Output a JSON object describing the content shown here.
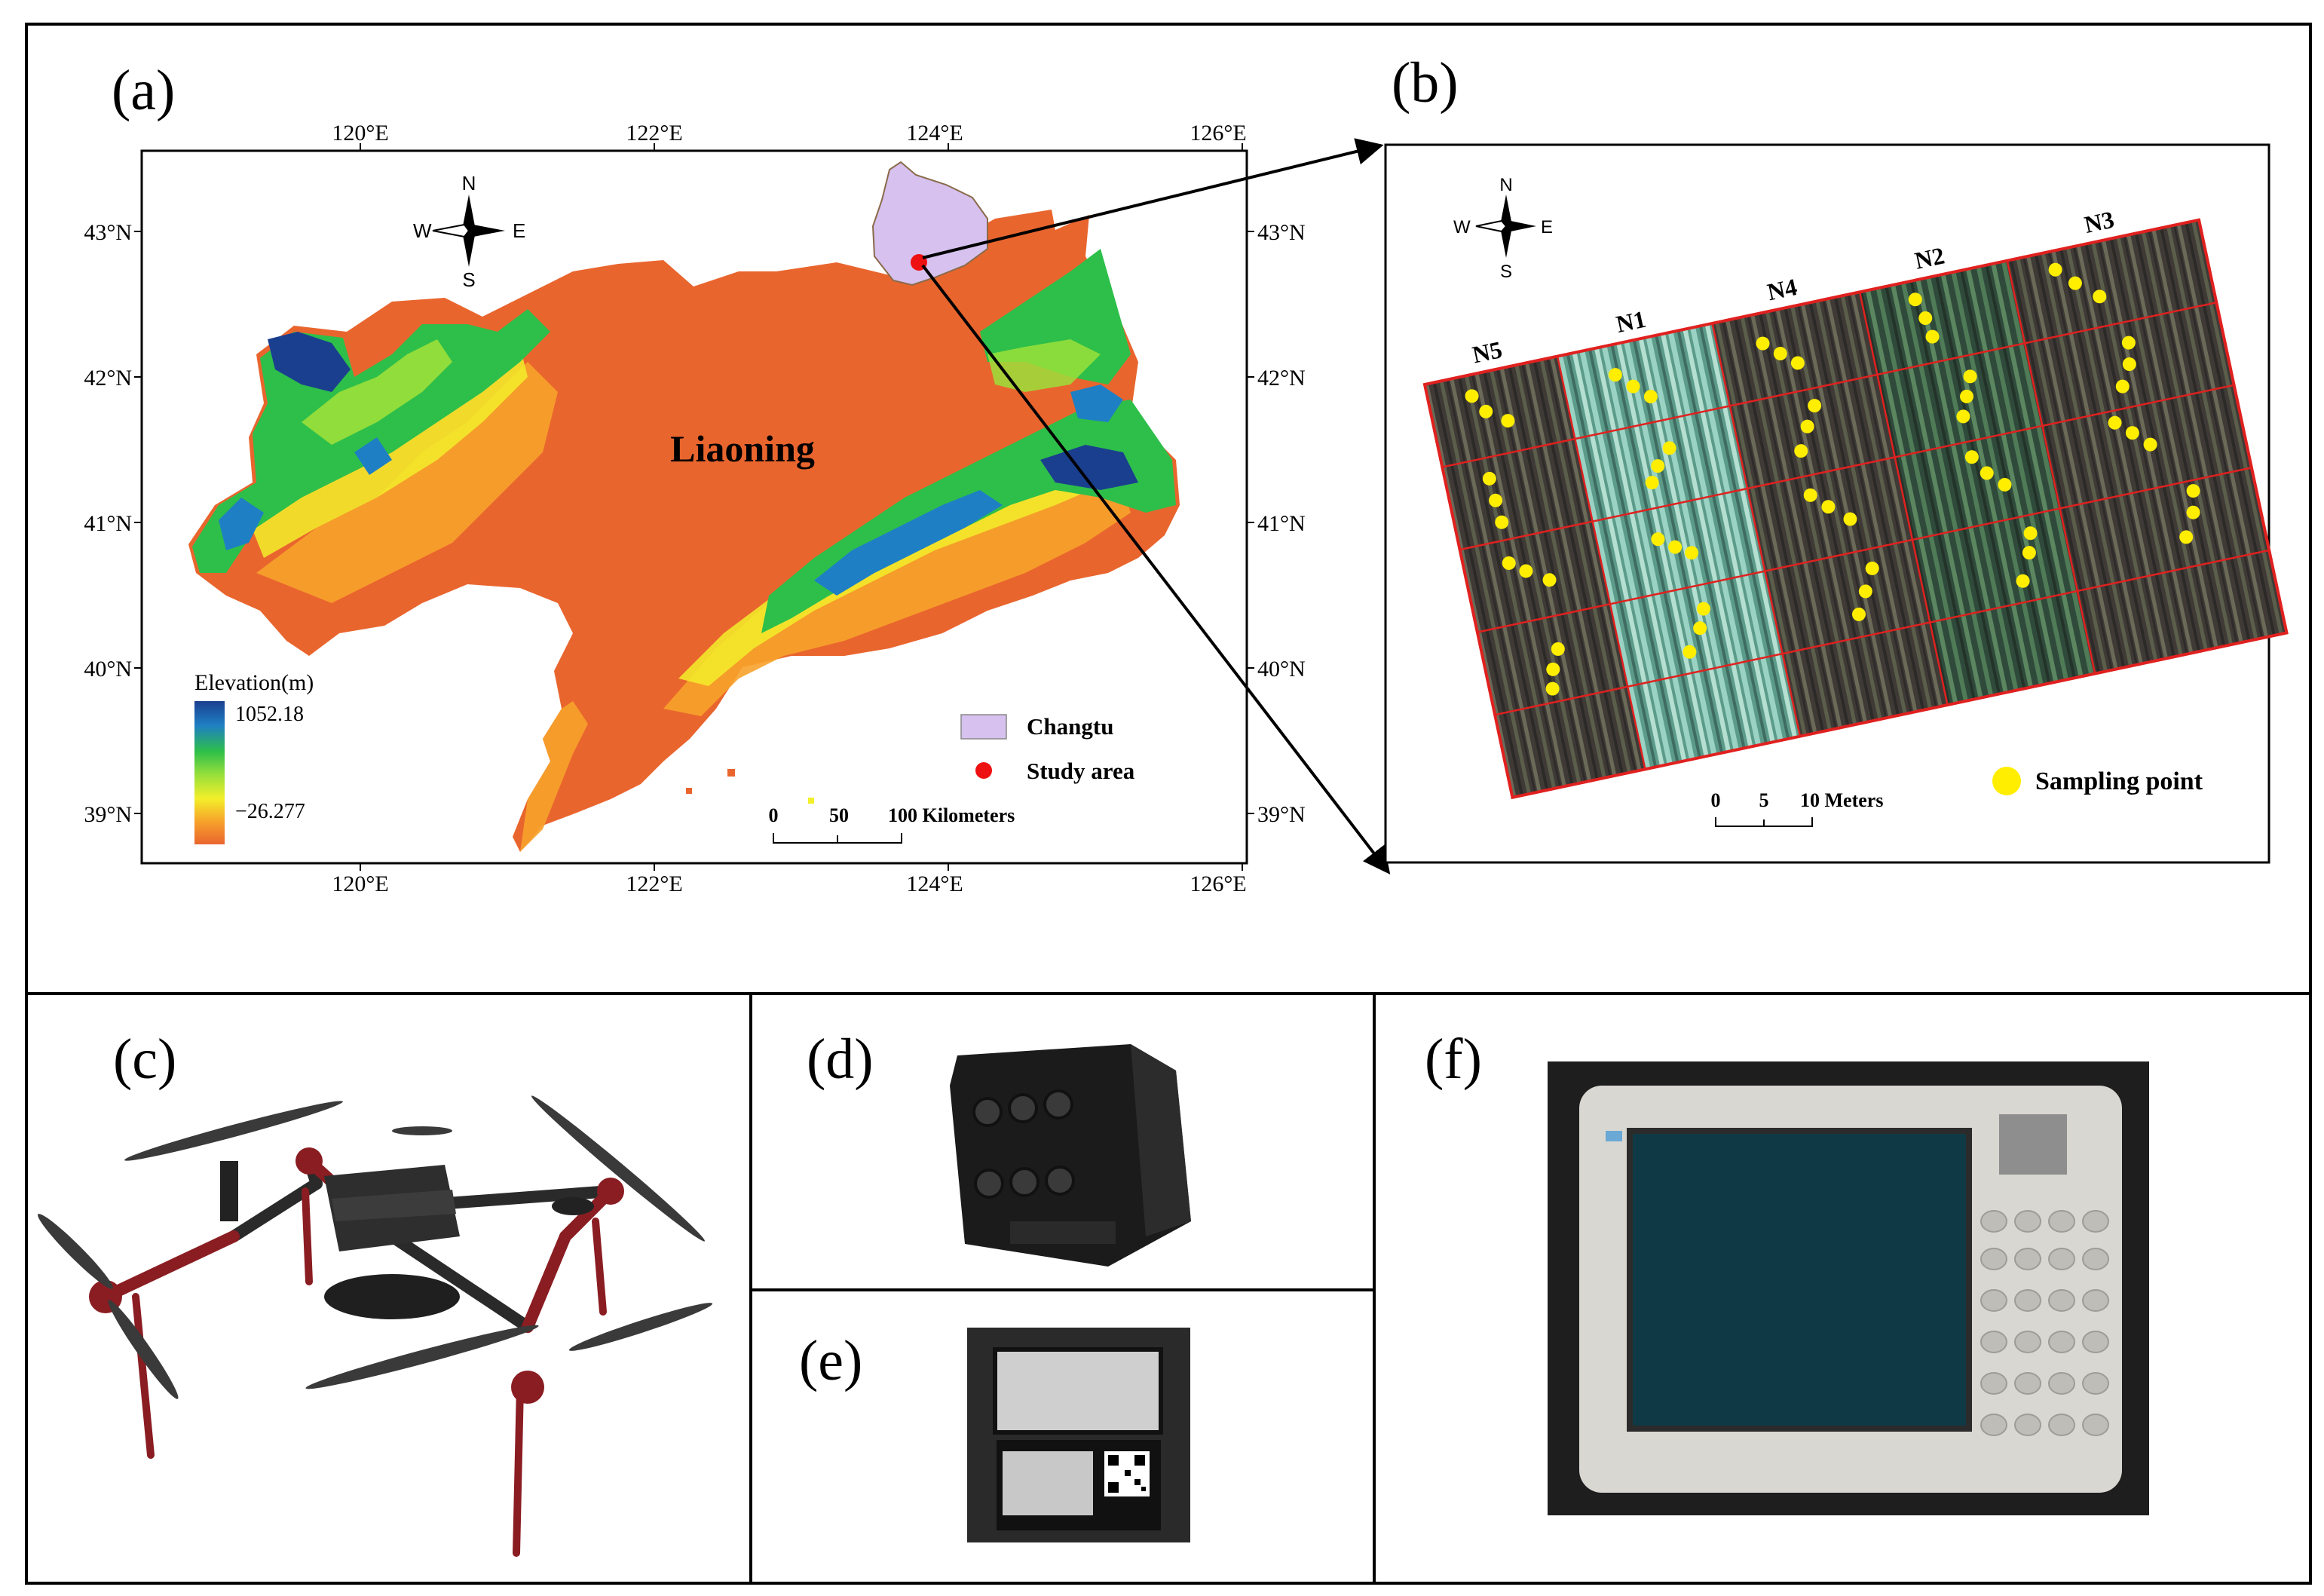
{
  "panels": {
    "a": {
      "label": "(a)"
    },
    "b": {
      "label": "(b)"
    },
    "c": {
      "label": "(c)"
    },
    "d": {
      "label": "(d)"
    },
    "e": {
      "label": "(e)"
    },
    "f": {
      "label": "(f)"
    }
  },
  "map_a": {
    "region_label": "Liaoning",
    "lon_ticks": [
      "120°E",
      "122°E",
      "124°E",
      "126°E"
    ],
    "lat_ticks": [
      "43°N",
      "42°N",
      "41°N",
      "40°N",
      "39°N"
    ],
    "compass": {
      "n": "N",
      "s": "S",
      "e": "E",
      "w": "W"
    },
    "elevation": {
      "title": "Elevation(m)",
      "max": "1052.18",
      "min": "−26.277",
      "colors": [
        "#1b3f8f",
        "#1f7fc4",
        "#2dbf4a",
        "#9be03a",
        "#f3ef2a",
        "#f7a22b",
        "#e9652e"
      ]
    },
    "legend": {
      "changtu": "Changtu",
      "study_area": "Study area",
      "changtu_color": "#d6c1ef",
      "study_color": "#ee1111"
    },
    "scalebar": {
      "t0": "0",
      "t1": "50",
      "t2": "100 Kilometers"
    }
  },
  "map_b": {
    "compass": {
      "n": "N",
      "s": "S",
      "e": "E",
      "w": "W"
    },
    "plots": [
      "N5",
      "N1",
      "N4",
      "N2",
      "N3"
    ],
    "legend": {
      "sampling_point": "Sampling point",
      "point_color": "#ffee00"
    },
    "scalebar": {
      "t0": "0",
      "t1": "5",
      "t2": "10 Meters"
    }
  }
}
